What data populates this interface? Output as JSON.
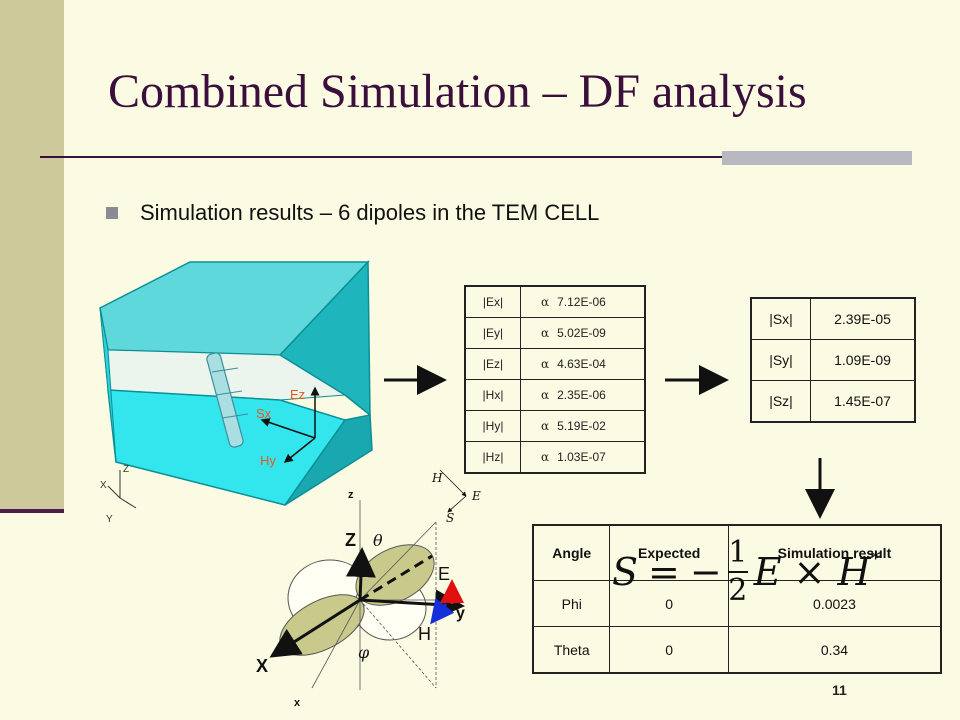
{
  "slide": {
    "title": "Combined Simulation – DF analysis",
    "bullet": "Simulation results – 6 dipoles in the TEM CELL",
    "page_number": "11"
  },
  "tem_cell": {
    "labels": {
      "ez": "Ez",
      "sx": "Sx",
      "hy": "Hy"
    },
    "axes": {
      "z": "Z",
      "x": "X",
      "y": "Y"
    }
  },
  "fields_table": {
    "symbol": "α",
    "rows": [
      {
        "name": "|Ex|",
        "value": "7.12E-06"
      },
      {
        "name": "|Ey|",
        "value": "5.02E-09"
      },
      {
        "name": "|Ez|",
        "value": "4.63E-04"
      },
      {
        "name": "|Hx|",
        "value": "2.35E-06"
      },
      {
        "name": "|Hy|",
        "value": "5.19E-02"
      },
      {
        "name": "|Hz|",
        "value": "1.03E-07"
      }
    ]
  },
  "poynting_table": {
    "rows": [
      {
        "name": "|Sx|",
        "value": "2.39E-05"
      },
      {
        "name": "|Sy|",
        "value": "1.09E-09"
      },
      {
        "name": "|Sz|",
        "value": "1.45E-07"
      }
    ]
  },
  "formula": {
    "lhs": "S",
    "eq": "=",
    "minus": "−",
    "num": "1",
    "den": "2",
    "rhs": "E × H",
    "conj": "*"
  },
  "dipole_diagram": {
    "labels": {
      "z_small": "z",
      "x_small": "x",
      "Z": "Z",
      "theta": "θ",
      "E": "E",
      "y": "y",
      "H": "H",
      "X": "X",
      "phi": "φ",
      "vec_h": "H",
      "vec_e": "E",
      "vec_s": "S"
    }
  },
  "results_table": {
    "headers": {
      "angle": "Angle",
      "expected": "Expected",
      "simulation": "Simulation result"
    },
    "rows": [
      {
        "angle": "Phi",
        "expected": "0",
        "simulation": "0.0023"
      },
      {
        "angle": "Theta",
        "expected": "0",
        "simulation": "0.34"
      }
    ]
  },
  "colors": {
    "cell_fill": "#33e6ee",
    "cell_edge": "#0b8f95",
    "title": "#3b0f3b",
    "label": "#e85a1a"
  }
}
